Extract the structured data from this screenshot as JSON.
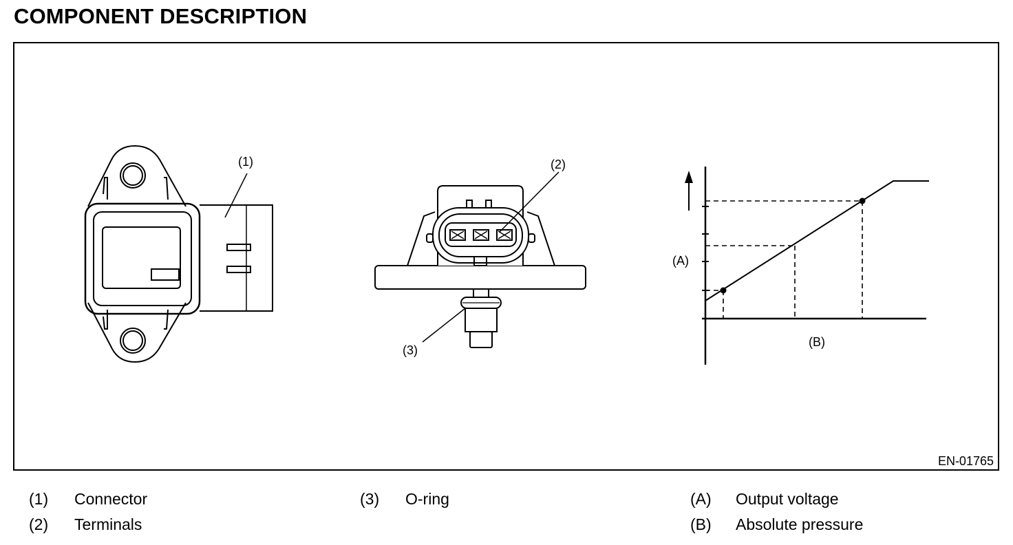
{
  "title": "COMPONENT DESCRIPTION",
  "figure": {
    "id": "EN-01765",
    "callouts": {
      "connector": "(1)",
      "terminals": "(2)",
      "oring": "(3)"
    },
    "graph": {
      "axis_y_label": "(A)",
      "axis_x_label": "(B)"
    }
  },
  "legend": [
    {
      "key": "(1)",
      "label": "Connector"
    },
    {
      "key": "(2)",
      "label": "Terminals"
    },
    {
      "key": "(3)",
      "label": "O-ring"
    },
    {
      "key": "(A)",
      "label": "Output voltage"
    },
    {
      "key": "(B)",
      "label": "Absolute pressure"
    }
  ]
}
